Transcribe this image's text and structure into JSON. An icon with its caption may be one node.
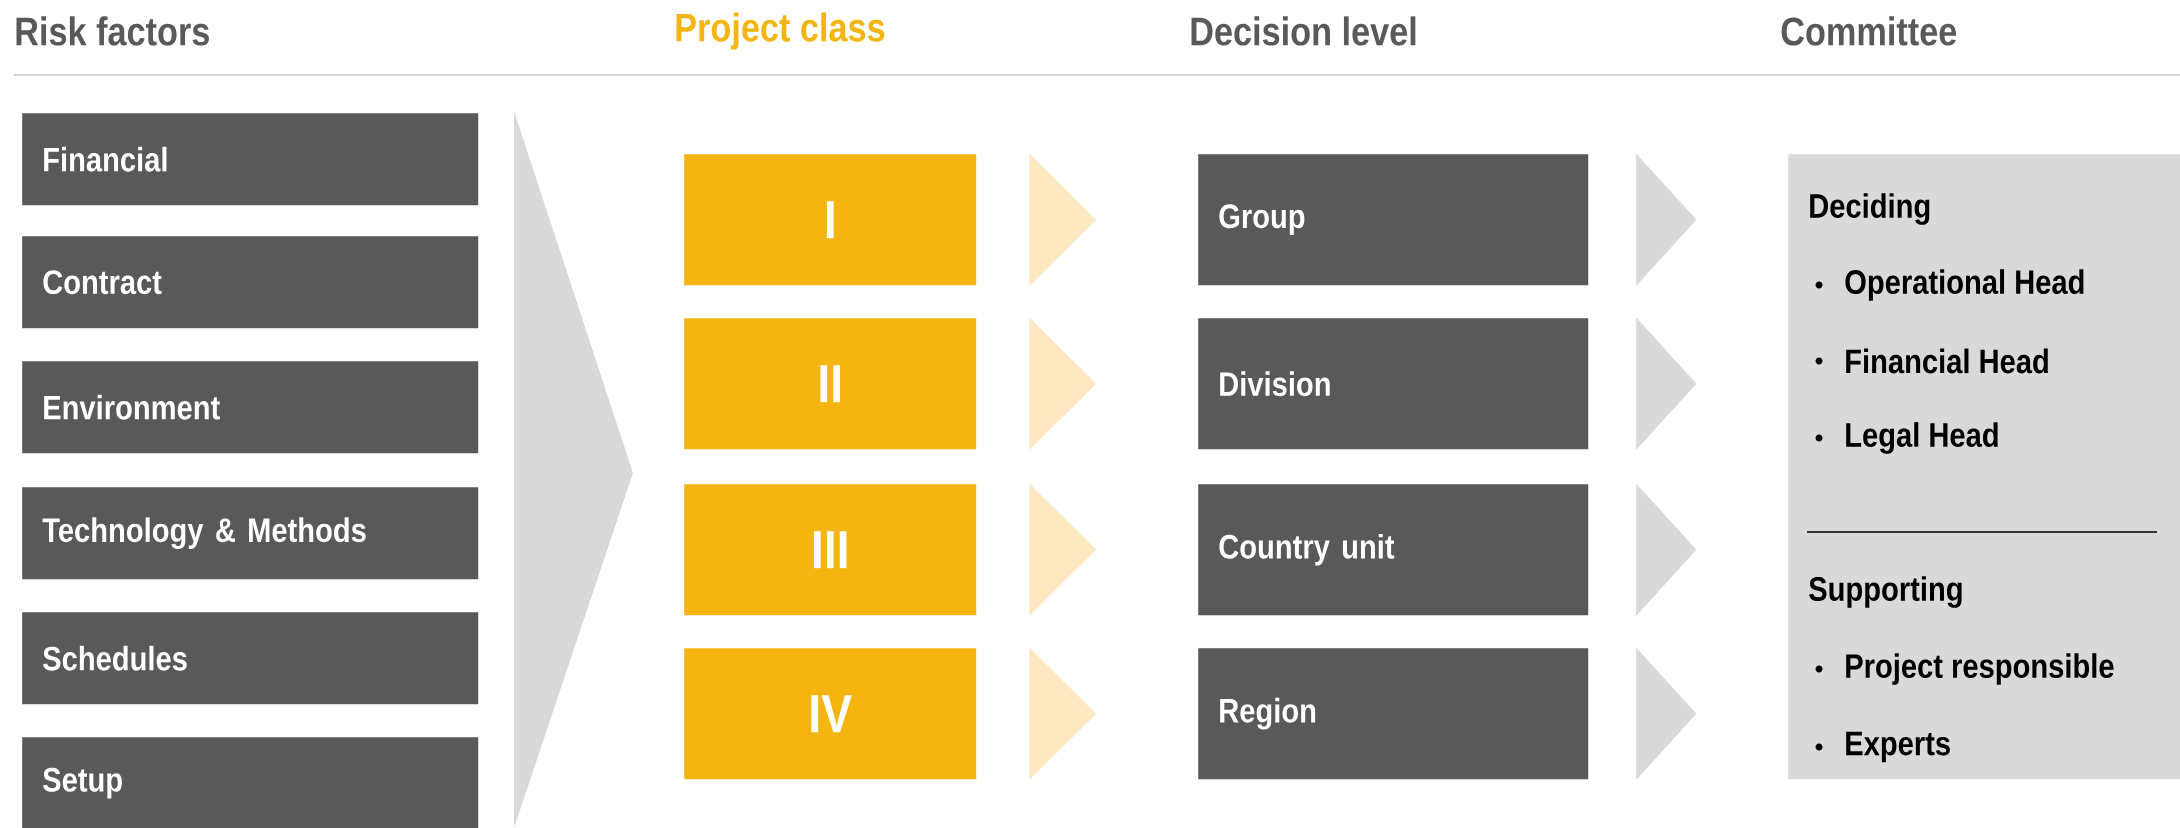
{
  "diagram": {
    "nodes": [
      {
        "text": [
          "Financial"
        ]
      },
      {
        "text": [
          "Contract"
        ]
      },
      {
        "text": [
          "Environment"
        ]
      },
      {
        "text": [
          "Technology & Methods"
        ]
      },
      {
        "text": [
          "Schedules"
        ]
      },
      {
        "text": [
          "Setup"
        ]
      },
      {
        "text": [
          "I"
        ]
      },
      {
        "text": [
          "II"
        ]
      },
      {
        "text": [
          "III"
        ]
      },
      {
        "text": [
          "IV"
        ]
      },
      {
        "text": [
          "Group"
        ]
      },
      {
        "text": [
          "Division"
        ]
      },
      {
        "text": [
          "Country unit"
        ]
      },
      {
        "text": [
          "Region"
        ]
      },
      {
        "text": [
          "Deciding",
          "Operational Head",
          "Financial Head",
          "Legal Head",
          "Supporting",
          "Project responsible",
          "Experts"
        ]
      }
    ],
    "edges": [
      {
        "from": 6,
        "to": 10,
        "arrow": "to",
        "color": "#fde8c2"
      },
      {
        "from": 7,
        "to": 11,
        "arrow": "to",
        "color": "#fde8c2"
      },
      {
        "from": 8,
        "to": 12,
        "arrow": "to",
        "color": "#fde8c2"
      },
      {
        "from": 9,
        "to": 13,
        "arrow": "to",
        "color": "#fde8c2"
      },
      {
        "from": 10,
        "to": 14,
        "arrow": "to",
        "color": "#d9d9d9"
      },
      {
        "from": 11,
        "to": 14,
        "arrow": "to",
        "color": "#d9d9d9"
      },
      {
        "from": 12,
        "to": 14,
        "arrow": "to",
        "color": "#d9d9d9"
      },
      {
        "from": 13,
        "to": 14,
        "arrow": "to",
        "color": "#d9d9d9"
      }
    ],
    "labels": [
      "Risk factors",
      "Project class",
      "Decision level",
      "Committee"
    ]
  }
}
